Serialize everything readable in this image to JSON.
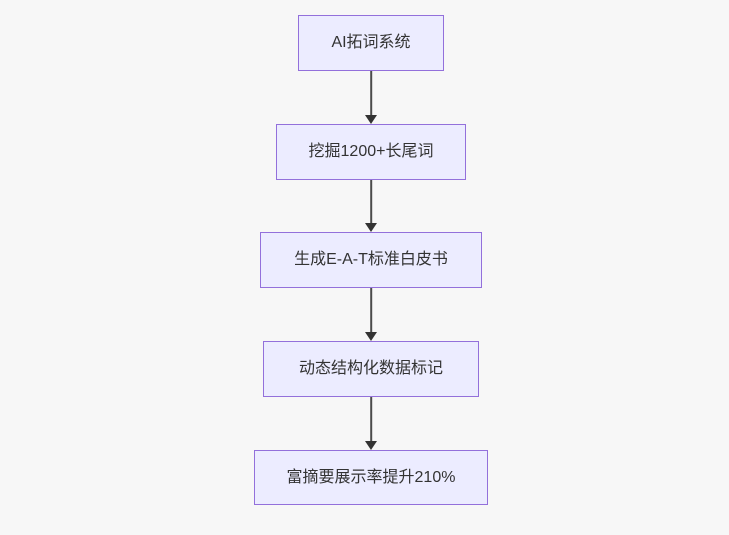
{
  "diagram": {
    "type": "flowchart",
    "direction": "top-down",
    "nodes": [
      {
        "id": "A",
        "label": "AI拓词系统"
      },
      {
        "id": "B",
        "label": "挖掘1200+长尾词"
      },
      {
        "id": "C",
        "label": "生成E-A-T标准白皮书"
      },
      {
        "id": "D",
        "label": "动态结构化数据标记"
      },
      {
        "id": "E",
        "label": "富摘要展示率提升210%"
      }
    ],
    "edges": [
      {
        "from": "A",
        "to": "B"
      },
      {
        "from": "B",
        "to": "C"
      },
      {
        "from": "C",
        "to": "D"
      },
      {
        "from": "D",
        "to": "E"
      }
    ],
    "colors": {
      "background": "#f7f7f7",
      "node_fill": "#ECECFF",
      "node_border": "#9370DB",
      "text": "#333333",
      "arrow": "#333333"
    }
  }
}
